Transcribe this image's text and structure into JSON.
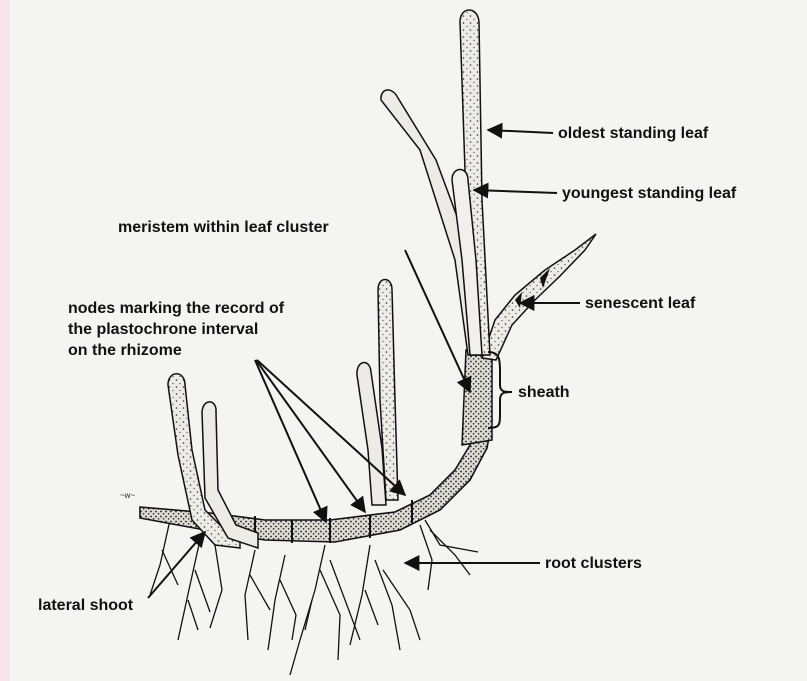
{
  "labels": {
    "oldest_leaf": "oldest standing leaf",
    "youngest_leaf": "youngest standing leaf",
    "meristem": "meristem within leaf cluster",
    "senescent_leaf": "senescent  leaf",
    "nodes_line1": "nodes marking the record of",
    "nodes_line2": "the plastochrone interval",
    "nodes_line3": "on the rhizome",
    "sheath": "sheath",
    "root_clusters": "root clusters",
    "lateral_shoot": "lateral shoot"
  },
  "colors": {
    "background": "#f4f4f2",
    "ink": "#111111",
    "leaf_fill": "#ecebe6"
  }
}
